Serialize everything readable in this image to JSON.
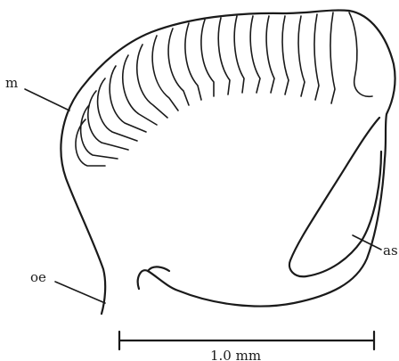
{
  "labels": {
    "m": "m",
    "oe": "oe",
    "as": "as"
  },
  "scale_bar": {
    "label": "1.0 mm"
  }
}
